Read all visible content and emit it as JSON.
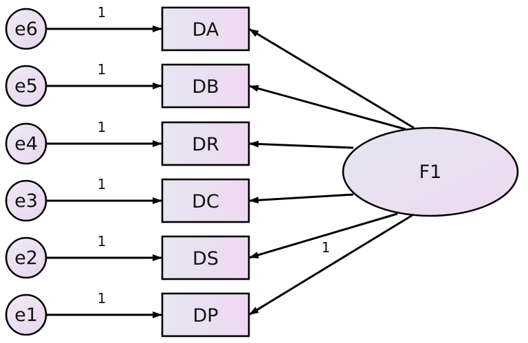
{
  "diagram": {
    "type": "path-diagram",
    "factor": {
      "label": "F1"
    },
    "indicators": [
      {
        "label": "DA",
        "error": "e6",
        "error_weight": "1",
        "loading": ""
      },
      {
        "label": "DB",
        "error": "e5",
        "error_weight": "1",
        "loading": ""
      },
      {
        "label": "DR",
        "error": "e4",
        "error_weight": "1",
        "loading": ""
      },
      {
        "label": "DC",
        "error": "e3",
        "error_weight": "1",
        "loading": ""
      },
      {
        "label": "DS",
        "error": "e2",
        "error_weight": "1",
        "loading": "1"
      },
      {
        "label": "DP",
        "error": "e1",
        "error_weight": "1",
        "loading": ""
      }
    ],
    "colors": {
      "fill_light": "#e8e6f2",
      "fill_tint": "#efd9f2",
      "stroke": "#000000"
    }
  }
}
